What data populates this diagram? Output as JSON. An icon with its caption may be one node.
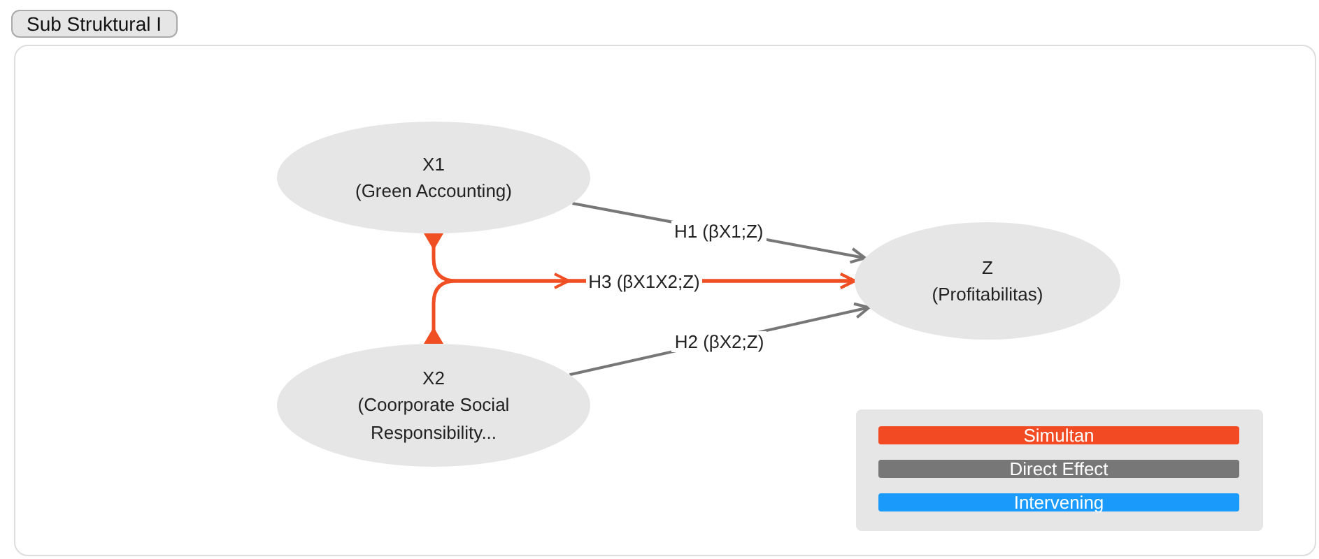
{
  "diagram": {
    "title": "Sub Struktural I",
    "nodes": [
      {
        "text": [
          "X1",
          "(Green Accounting)"
        ]
      },
      {
        "text": [
          "X2",
          "(Coorporate Social Responsibility..."
        ]
      },
      {
        "text": [
          "Z",
          "(Profitabilitas)"
        ]
      }
    ],
    "edges": [
      {
        "from": 0,
        "to": 2,
        "arrow": "to",
        "label": "H1 (βX1;Z)"
      },
      {
        "from": 1,
        "to": 2,
        "arrow": "to",
        "label": "H2 (βX2;Z)"
      },
      {
        "from": 0,
        "to": 2,
        "arrow": "to",
        "label": "H3 (βX1X2;Z)",
        "color": "#f04e23"
      },
      {
        "from": 1,
        "to": 2,
        "arrow": "to",
        "color": "#f04e23"
      }
    ],
    "legend": [
      {
        "text": "Simultan",
        "color": "#f24a22"
      },
      {
        "text": "Direct Effect",
        "color": "#777777"
      },
      {
        "text": "Intervening",
        "color": "#1a9bfc"
      }
    ]
  }
}
